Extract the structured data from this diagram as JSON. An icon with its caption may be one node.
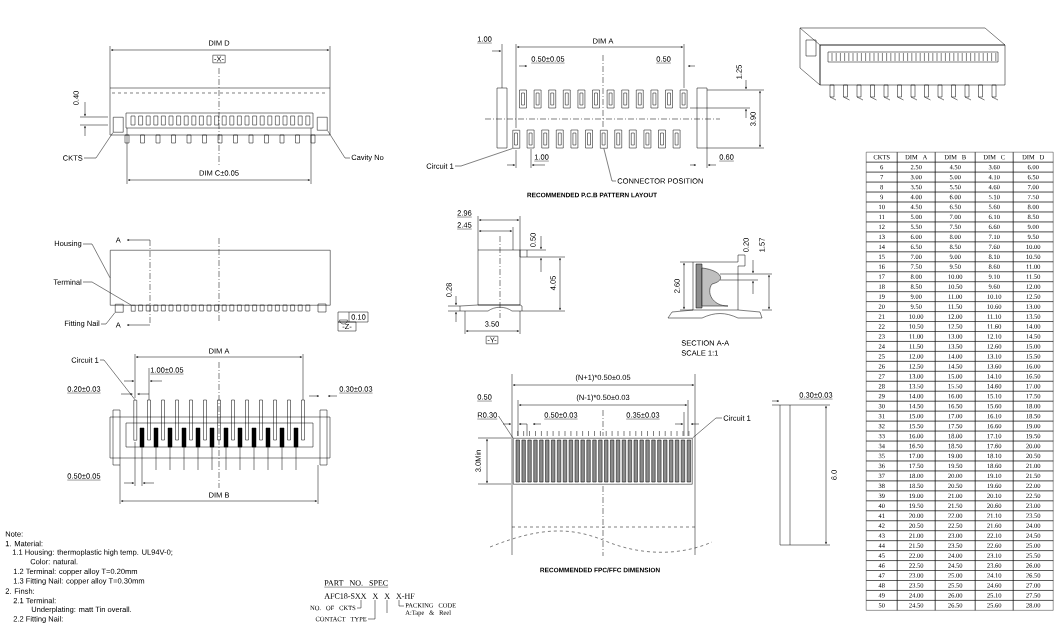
{
  "diagram": {
    "nodes": [
      {
        "text": [
          "CKTS"
        ]
      },
      {
        "text": [
          "Cavity No"
        ]
      },
      {
        "text": [
          "Housing"
        ]
      },
      {
        "text": [
          "Terminal"
        ]
      },
      {
        "text": [
          "Fitting Nail"
        ]
      },
      {
        "text": [
          "Circuit 1"
        ]
      },
      {
        "text": [
          "Circuit 1"
        ]
      },
      {
        "text": [
          "CONNECTOR POSITION"
        ]
      },
      {
        "text": [
          "R0.30"
        ]
      },
      {
        "text": [
          "Circuit 1"
        ]
      },
      {
        "text": [
          "NO. OF CKTS"
        ]
      },
      {
        "text": [
          "CONTACT TYPE"
        ]
      },
      {
        "text": [
          "PACKING CODE",
          "A:Tape & Reel"
        ]
      },
      {
        "text": [],
        "shape": "box"
      },
      {
        "text": [],
        "shape": "box"
      },
      {
        "text": [],
        "shape": "box"
      },
      {
        "text": [],
        "shape": "box"
      },
      {
        "text": [],
        "shape": "box"
      },
      {
        "text": [],
        "shape": "box"
      },
      {
        "text": [],
        "shape": "box"
      },
      {
        "text": [],
        "shape": "box"
      },
      {
        "text": [],
        "shape": "box"
      },
      {
        "text": [
          "AFC18-SXX X X X-HF"
        ]
      }
    ],
    "edges": [
      {
        "from": 0,
        "to": 13,
        "arrow": "none"
      },
      {
        "from": 1,
        "to": 14,
        "arrow": "none"
      },
      {
        "from": 2,
        "to": 15,
        "arrow": "none"
      },
      {
        "from": 3,
        "to": 16,
        "arrow": "none"
      },
      {
        "from": 4,
        "to": 17,
        "arrow": "none"
      },
      {
        "from": 5,
        "to": 18,
        "arrow": "none"
      },
      {
        "from": 6,
        "to": 19,
        "arrow": "none"
      },
      {
        "from": 7,
        "to": 20,
        "arrow": "none"
      },
      {
        "from": 8,
        "to": 21,
        "arrow": "none"
      },
      {
        "from": 9,
        "to": 21,
        "arrow": "none"
      },
      {
        "from": 10,
        "to": 22,
        "arrow": "none"
      },
      {
        "from": 11,
        "to": 22,
        "arrow": "none"
      },
      {
        "from": 12,
        "to": 22,
        "arrow": "none"
      },
      {
        "from": null,
        "to": 22,
        "arrow": "none"
      }
    ],
    "labels": [
      "DIM D",
      "-X-",
      "0.40",
      "DIM C±0.05",
      "A",
      "A",
      "0.10",
      "-Z-",
      "DIM A",
      "1.00±0.05",
      "0.20±0.03",
      "0.30±0.03",
      "0.50±0.05",
      "DIM B",
      "1.00",
      "DIM A",
      "0.50±0.05",
      "0.50",
      "1.25",
      "3.90",
      "1.00",
      "0.60",
      "RECOMMENDED P.C.B PATTERN LAYOUT",
      "2.96",
      "2.45",
      "0.50",
      "0.28",
      "4.05",
      "3.50",
      "-Y-",
      "2.60",
      "0.20",
      "1.57",
      "SECTION A-A",
      "SCALE 1:1",
      "(N+1)*0.50±0.05",
      "0.50",
      "(N-1)*0.50±0.03",
      "0.50±0.03",
      "0.35±0.03",
      "3.0Min",
      "RECOMMENDED FPC/FFC DIMENSION",
      "0.30±0.03",
      "6.0",
      "Note:",
      "1. Material:",
      "1.1 Housing: thermoplastic high temp. UL94V-0; Color: natural.",
      "1.2 Terminal: copper alloy T=0.20mm",
      "1.3 Fitting Nail: copper alloy T=0.30mm",
      "2. Finsh:",
      "2.1 Terminal:",
      "Underplating: matt Tin overall.",
      "2.2 Fitting Nail:",
      "PART NO. SPEC",
      "CKTS",
      "DIM A",
      "DIM B",
      "DIM C",
      "DIM D",
      "6",
      "2.50",
      "4.50",
      "3.60",
      "6.00",
      "7",
      "3.00",
      "5.00",
      "4.10",
      "6.50",
      "8",
      "3.50",
      "5.50",
      "4.60",
      "7.00",
      "9",
      "4.00",
      "6.00",
      "5.10",
      "7.50",
      "10",
      "4.50",
      "6.50",
      "5.60",
      "8.00",
      "11",
      "5.00",
      "7.00",
      "6.10",
      "8.50",
      "12",
      "5.50",
      "7.50",
      "6.60",
      "9.00",
      "13",
      "6.00",
      "8.00",
      "7.10",
      "9.50",
      "14",
      "6.50",
      "8.50",
      "7.60",
      "10.00",
      "15",
      "7.00",
      "9.00",
      "8.10",
      "10.50",
      "16",
      "7.50",
      "9.50",
      "8.60",
      "11.00",
      "17",
      "8.00",
      "10.00",
      "9.10",
      "11.50",
      "18",
      "8.50",
      "10.50",
      "9.60",
      "12.00",
      "19",
      "9.00",
      "11.00",
      "10.10",
      "12.50",
      "20",
      "9.50",
      "11.50",
      "10.60",
      "13.00",
      "21",
      "10.00",
      "12.00",
      "11.10",
      "13.50",
      "22",
      "10.50",
      "12.50",
      "11.60",
      "14.00",
      "23",
      "11.00",
      "13.00",
      "12.10",
      "14.50",
      "24",
      "11.50",
      "13.50",
      "12.60",
      "15.00",
      "25",
      "12.00",
      "14.00",
      "13.10",
      "15.50",
      "26",
      "12.50",
      "14.50",
      "13.60",
      "16.00",
      "27",
      "13.00",
      "15.00",
      "14.10",
      "16.50",
      "28",
      "13.50",
      "15.50",
      "14.60",
      "17.00",
      "29",
      "14.00",
      "16.00",
      "15.10",
      "17.50",
      "30",
      "14.50",
      "16.50",
      "15.60",
      "18.00",
      "31",
      "15.00",
      "17.00",
      "16.10",
      "18.50",
      "32",
      "15.50",
      "17.50",
      "16.60",
      "19.00",
      "33",
      "16.00",
      "18.00",
      "17.10",
      "19.50",
      "34",
      "16.50",
      "18.50",
      "17.60",
      "20.00",
      "35",
      "17.00",
      "19.00",
      "18.10",
      "20.50",
      "36",
      "17.50",
      "19.50",
      "18.60",
      "21.00",
      "37",
      "18.00",
      "20.00",
      "19.10",
      "21.50",
      "38",
      "18.50",
      "20.50",
      "19.60",
      "22.00",
      "39",
      "19.00",
      "21.00",
      "20.10",
      "22.50",
      "40",
      "19.50",
      "21.50",
      "20.60",
      "23.00",
      "41",
      "20.00",
      "22.00",
      "21.10",
      "23.50",
      "42",
      "20.50",
      "22.50",
      "21.60",
      "24.00",
      "43",
      "21.00",
      "23.00",
      "22.10",
      "24.50",
      "44",
      "21.50",
      "23.50",
      "22.60",
      "25.00",
      "45",
      "22.00",
      "24.00",
      "23.10",
      "25.50",
      "46",
      "22.50",
      "24.50",
      "23.60",
      "26.00",
      "47",
      "23.00",
      "25.00",
      "24.10",
      "26.50",
      "48",
      "23.50",
      "25.50",
      "24.60",
      "27.00",
      "49",
      "24.00",
      "26.00",
      "25.10",
      "27.50",
      "50",
      "24.50",
      "26.50",
      "25.60",
      "28.00"
    ]
  }
}
